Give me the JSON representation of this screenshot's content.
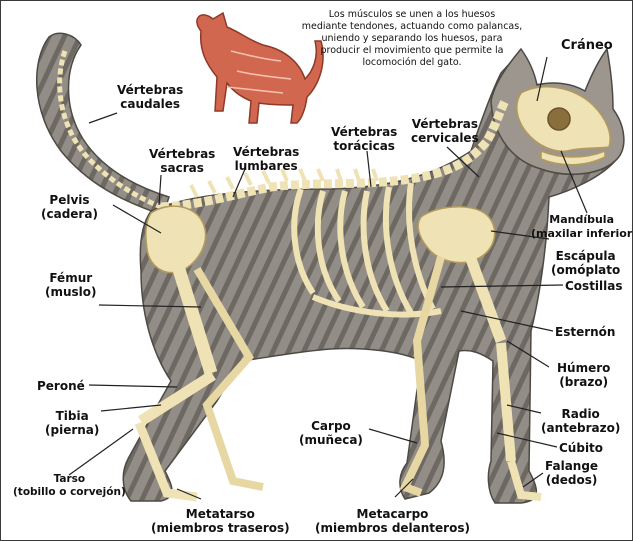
{
  "description_lines": [
    "Los músculos se unen a los huesos",
    "mediante tendones, actuando como palancas,",
    "uniendo y separando los huesos, para",
    "producir el movimiento que permite la",
    "locomoción del gato."
  ],
  "labels": {
    "vertebras_caudales": [
      "Vértebras",
      "caudales"
    ],
    "vertebras_sacras": [
      "Vértebras",
      "sacras"
    ],
    "vertebras_lumbares": [
      "Vértebras",
      "lumbares"
    ],
    "vertebras_toracicas": [
      "Vértebras",
      "torácicas"
    ],
    "vertebras_cervicales": [
      "Vértebras",
      "cervicales"
    ],
    "craneo": [
      "Cráneo"
    ],
    "pelvis": [
      "Pelvis",
      "(cadera)"
    ],
    "mandibula": [
      "Mandíbula",
      "(maxilar inferior"
    ],
    "escapula": [
      "Escápula",
      "(omóplato"
    ],
    "costillas": [
      "Costillas"
    ],
    "femur": [
      "Fémur",
      "(muslo)"
    ],
    "esternon": [
      "Esternón"
    ],
    "humero": [
      "Húmero",
      "(brazo)"
    ],
    "perone": [
      "Peroné"
    ],
    "tibia": [
      "Tibia",
      "(pierna)"
    ],
    "radio": [
      "Radio",
      "(antebrazo)"
    ],
    "carpo": [
      "Carpo",
      "(muñeca)"
    ],
    "cubito": [
      "Cúbito"
    ],
    "tarso": [
      "Tarso",
      "(tobillo o corvejón)"
    ],
    "falange": [
      "Falange",
      "(dedos)"
    ],
    "metatarso": [
      "Metatarso",
      "(miembros traseros)"
    ],
    "metacarpo": [
      "Metacarpo",
      "(miembros delanteros)"
    ]
  },
  "colors": {
    "fur": "#8f8a84",
    "fur_dark": "#5e5a55",
    "bone": "#efe3b5",
    "bone_edge": "#b39a5c",
    "muscle": "#d2674f",
    "leader_line": "#222222"
  }
}
